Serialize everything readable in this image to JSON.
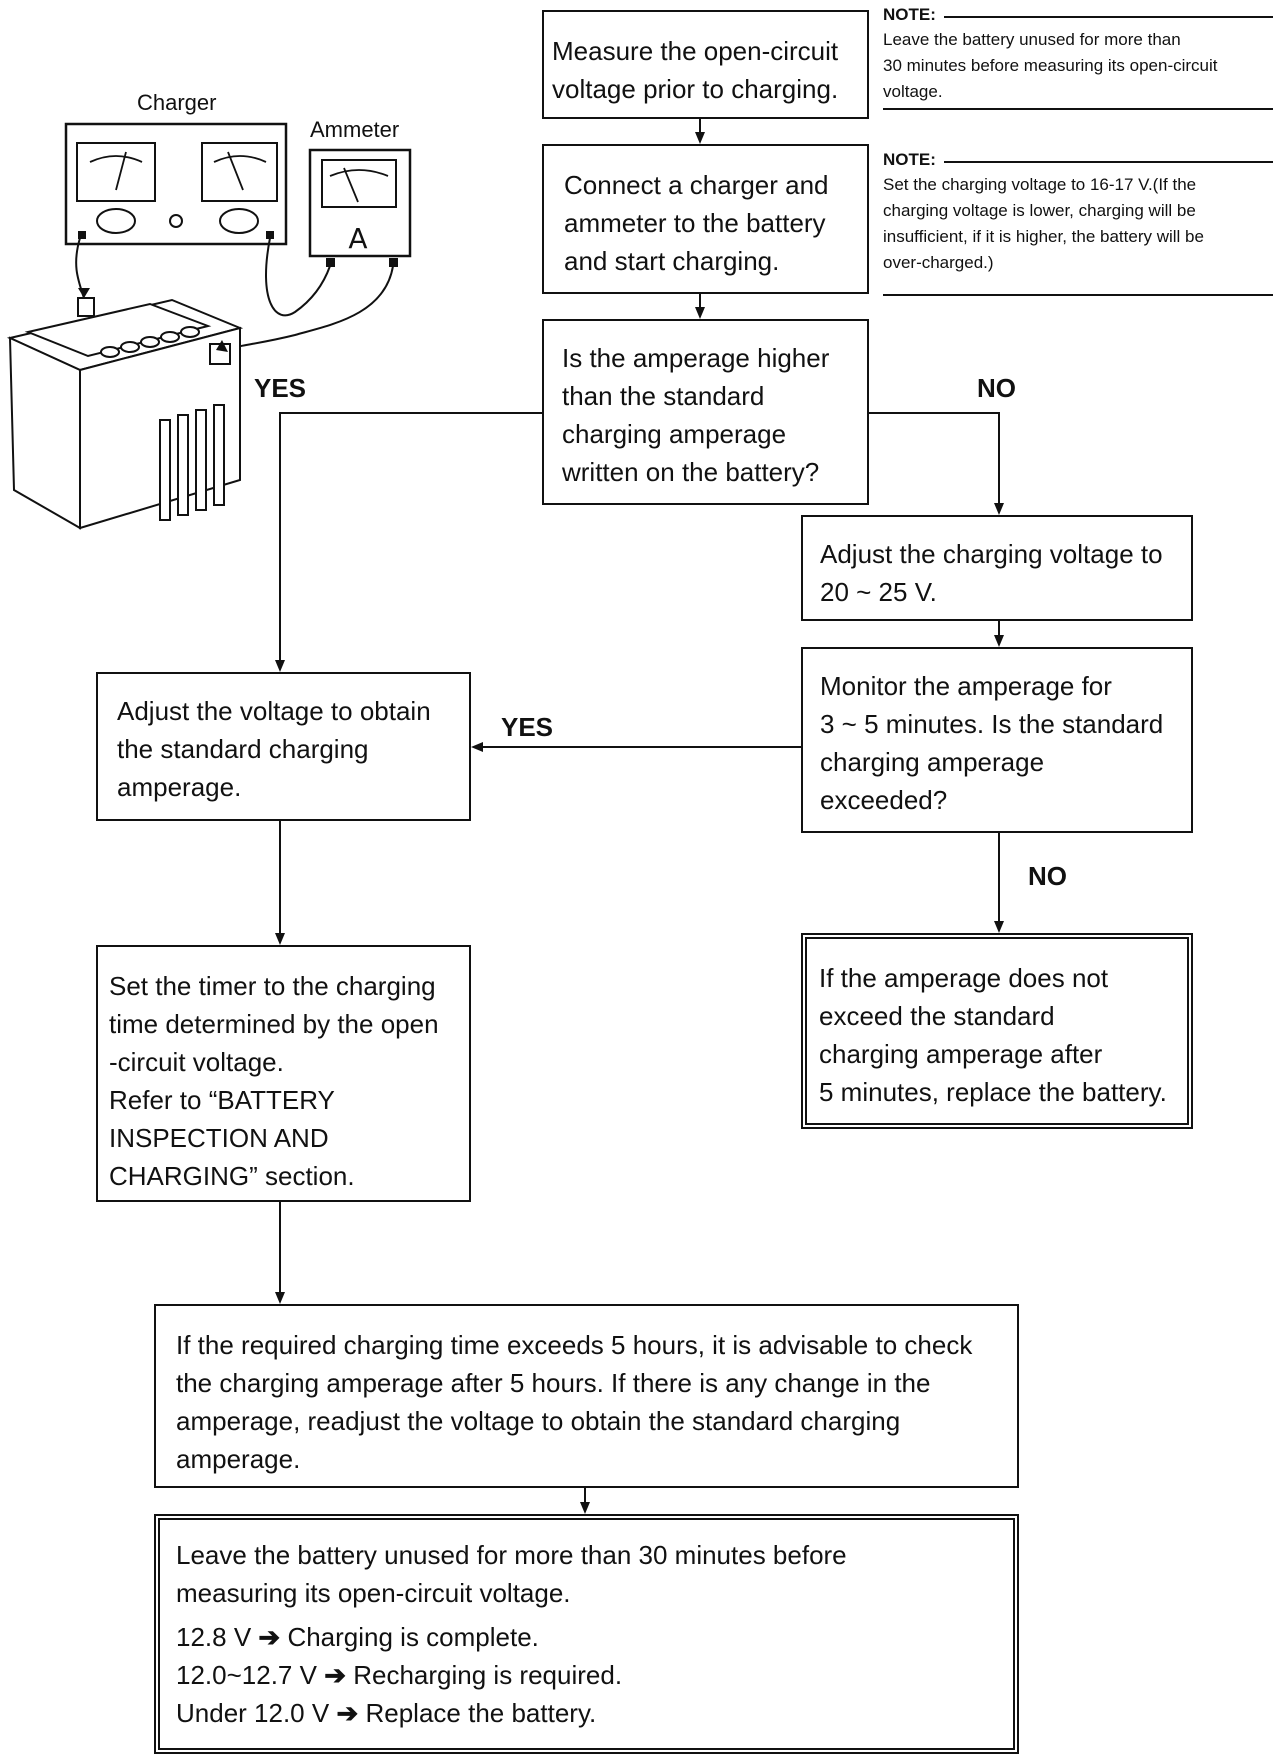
{
  "illustration": {
    "charger_label": "Charger",
    "ammeter_label": "Ammeter",
    "ammeter_symbol": "A"
  },
  "notes": [
    {
      "label": "NOTE:",
      "text": "Leave the battery unused for more than\n30 minutes before measuring its open-circuit\nvoltage."
    },
    {
      "label": "NOTE:",
      "text": "Set the charging voltage to 16-17 V.(If the\ncharging voltage is lower, charging will be\ninsufficient, if it is higher, the battery will be\nover-charged.)"
    }
  ],
  "steps": {
    "measure": "Measure the open-circuit\nvoltage prior to charging.",
    "connect": "Connect a charger and\nammeter to the battery\nand start charging.",
    "question_amperage": "Is the amperage higher\nthan the standard\ncharging amperage\nwritten on the battery?",
    "adjust_voltage_20_25": "Adjust the charging voltage to\n20 ~ 25 V.",
    "monitor": "Monitor the amperage for\n3 ~ 5 minutes. Is the standard\ncharging amperage\nexceeded?",
    "adjust_standard": "Adjust the voltage to obtain\nthe standard charging\namperage.",
    "replace_if_not_exceed": "If the amperage does not\nexceed the standard\ncharging amperage after\n5 minutes, replace the battery.",
    "set_timer": "Set the timer to the charging\ntime determined by the open\n-circuit voltage.\nRefer to “BATTERY\nINSPECTION AND\nCHARGING” section.",
    "long_charge": "If the required charging time exceeds 5 hours, it is advisable to check\nthe charging amperage after 5 hours. If there is any change in the\namperage, readjust the voltage to obtain the standard charging\namperage.",
    "final_intro": "Leave the battery unused for more than 30 minutes before\nmeasuring its open-circuit voltage."
  },
  "results": [
    {
      "voltage": "12.8 V",
      "arrow": "➔",
      "action": "Charging is complete."
    },
    {
      "voltage": "12.0~12.7 V",
      "arrow": "➔",
      "action": "Recharging is required."
    },
    {
      "voltage": "Under 12.0 V",
      "arrow": "➔",
      "action": "Replace the battery."
    }
  ],
  "branches": {
    "yes_1": "YES",
    "no_1": "NO",
    "yes_2": "YES",
    "no_2": "NO"
  }
}
